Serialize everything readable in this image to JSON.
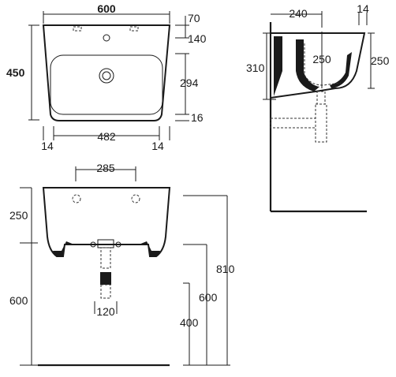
{
  "drawing": {
    "top_view": {
      "width": "600",
      "height": "450",
      "tap_hole_offset": "70",
      "rear_to_tap": "140",
      "bowl_depth": "294",
      "front_rim": "16",
      "bowl_width": "482",
      "side_rim_left": "14",
      "side_rim_right": "14"
    },
    "side_view": {
      "projection": "240",
      "rim_top": "14",
      "height_left": "310",
      "bowl_height": "250",
      "height_right": "250"
    },
    "front_view": {
      "bracket_spacing": "285",
      "basin_height": "250",
      "floor_to_underside": "600",
      "trap_width": "120",
      "floor_to_outlet": "400",
      "floor_to_underside_right": "600",
      "floor_to_rim": "810"
    }
  }
}
